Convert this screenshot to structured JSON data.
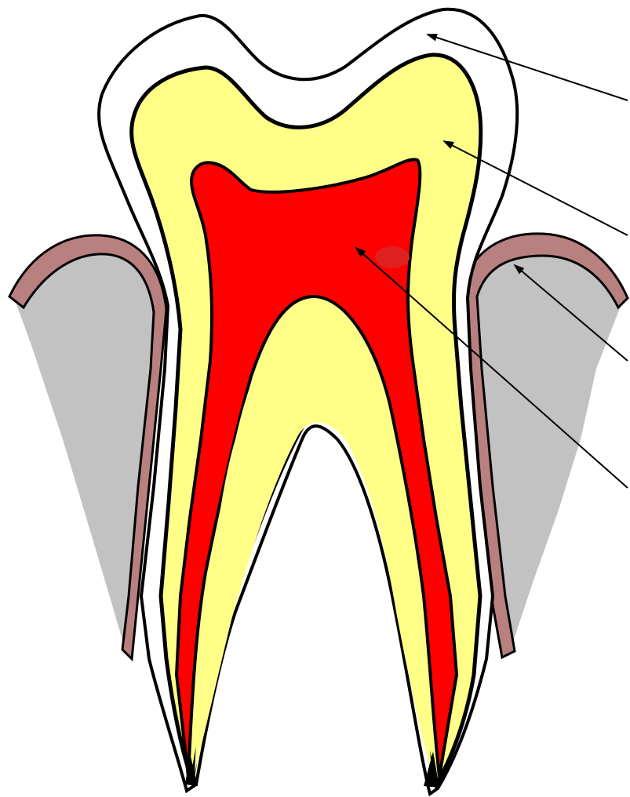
{
  "diagram": {
    "type": "tooth cross-section",
    "labels_visible": false,
    "regions": [
      {
        "name": "enamel",
        "color": "#ffffff"
      },
      {
        "name": "dentin",
        "color": "#ffff88"
      },
      {
        "name": "pulp",
        "color": "#ff0000"
      },
      {
        "name": "gum",
        "color": "#b98080"
      },
      {
        "name": "bone",
        "color": "#c2c2c2"
      }
    ],
    "leader_line_count": 4,
    "colors": {
      "outline": "#000000",
      "background": "#ffffff"
    }
  }
}
